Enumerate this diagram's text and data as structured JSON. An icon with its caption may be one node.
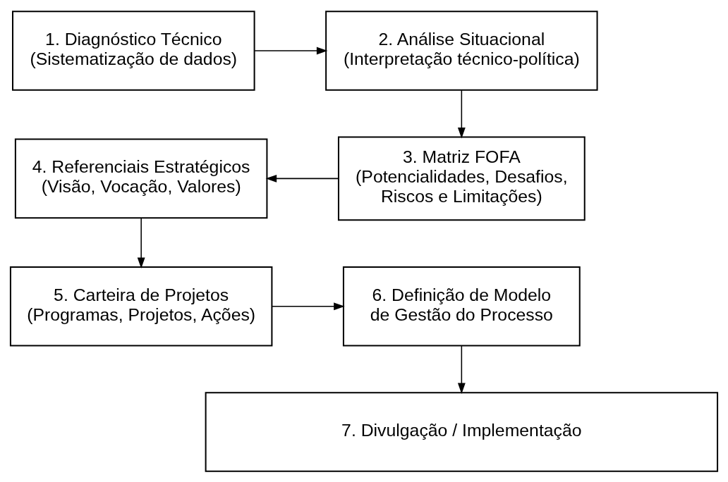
{
  "diagram": {
    "nodes": [
      {
        "text": [
          "1. Diagnóstico Técnico",
          "(Sistematização de dados)"
        ]
      },
      {
        "text": [
          "2. Análise Situacional",
          "(Interpretação técnico-política)"
        ]
      },
      {
        "text": [
          "3. Matriz FOFA",
          "(Potencialidades, Desafios, Riscos e Limitações)"
        ]
      },
      {
        "text": [
          "4. Referenciais Estratégicos",
          "(Visão, Vocação, Valores)"
        ]
      },
      {
        "text": [
          "5. Carteira de Projetos",
          "(Programas, Projetos, Ações)"
        ]
      },
      {
        "text": [
          "6. Definição de Modelo de Gestão do Processo"
        ]
      },
      {
        "text": [
          "7. Divulgação / Implementação"
        ]
      }
    ],
    "edges": [
      {
        "from": 0,
        "to": 1,
        "arrow": "to"
      },
      {
        "from": 1,
        "to": 2,
        "arrow": "to"
      },
      {
        "from": 2,
        "to": 3,
        "arrow": "to"
      },
      {
        "from": 3,
        "to": 4,
        "arrow": "to"
      },
      {
        "from": 4,
        "to": 5,
        "arrow": "to"
      },
      {
        "from": 5,
        "to": 6,
        "arrow": "to"
      }
    ]
  }
}
